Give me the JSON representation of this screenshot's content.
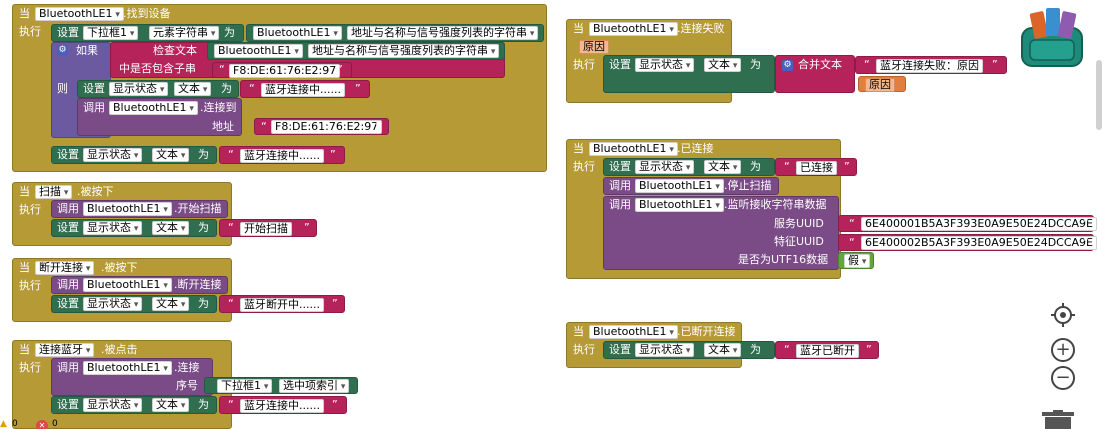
{
  "kw": {
    "when": "当",
    "do": "执行",
    "set": "设置",
    "call": "调用",
    "to": "为",
    "if": "如果",
    "then": "则",
    "q": "“",
    "q2": "”"
  },
  "b1": {
    "comp": "BluetoothLE1",
    "event": ".找到设备",
    "set_comp": "下拉框1",
    "set_prop": "元素字符串",
    "val_comp": "BluetoothLE1",
    "val_prop": "地址与名称与信号强度列表的字符串",
    "check_text": "检查文本",
    "check_comp": "BluetoothLE1",
    "check_prop": "地址与名称与信号强度列表的字符串",
    "contains": "中是否包含子串",
    "mac": "F8:DE:61:76:E2:97",
    "set2_comp": "显示状态",
    "set2_prop": "文本",
    "set2_val": "蓝牙连接中......",
    "call_comp": "BluetoothLE1",
    "call_method": ".连接到",
    "addr_label": "地址",
    "addr_val": "F8:DE:61:76:E2:97",
    "set3_comp": "显示状态",
    "set3_prop": "文本",
    "set3_val": "蓝牙连接中......"
  },
  "b2": {
    "comp": "扫描",
    "event": ".被按下",
    "call_comp": "BluetoothLE1",
    "method": ".开始扫描",
    "set_comp": "显示状态",
    "set_prop": "文本",
    "val": "开始扫描"
  },
  "b3": {
    "comp": "断开连接",
    "event": ".被按下",
    "call_comp": "BluetoothLE1",
    "method": ".断开连接",
    "set_comp": "显示状态",
    "set_prop": "文本",
    "val": "蓝牙断开中......"
  },
  "b4": {
    "comp": "连接蓝牙",
    "event": ".被点击",
    "call_comp": "BluetoothLE1",
    "method": ".连接",
    "index_label": "序号",
    "idx_comp": "下拉框1",
    "idx_prop": "选中项索引",
    "set_comp": "显示状态",
    "set_prop": "文本",
    "val": "蓝牙连接中......"
  },
  "b5": {
    "comp": "BluetoothLE1",
    "event": ".连接失败",
    "param": "原因",
    "set_comp": "显示状态",
    "set_prop": "文本",
    "join": "合并文本",
    "val": "蓝牙连接失败：原因",
    "param_ref": "原因"
  },
  "b6": {
    "comp": "BluetoothLE1",
    "event": ".已连接",
    "set_comp": "显示状态",
    "set_prop": "文本",
    "val": "已连接",
    "call1_comp": "BluetoothLE1",
    "call1_method": ".停止扫描",
    "call2_comp": "BluetoothLE1",
    "call2_method": ".监听接收字符串数据",
    "svc_label": "服务UUID",
    "svc_val": "6E400001B5A3F393E0A9E50E24DCCA9E",
    "chr_label": "特征UUID",
    "chr_val": "6E400002B5A3F393E0A9E50E24DCCA9E",
    "utf_label": "是否为UTF16数据",
    "utf_val": "假"
  },
  "b7": {
    "comp": "BluetoothLE1",
    "event": ".已断开连接",
    "set_comp": "显示状态",
    "set_prop": "文本",
    "val": "蓝牙已断开"
  },
  "status": {
    "warn": "0",
    "err": "0"
  },
  "icons": [
    "backpack-icon",
    "target-icon",
    "zoom-in-icon",
    "zoom-out-icon",
    "trash-icon",
    "warning-icon",
    "error-icon"
  ],
  "colors": {
    "event": "#b59a36",
    "setter": "#2f6e4f",
    "procedure": "#7a4b86",
    "text": "#b5235a",
    "logic": "#65a53f"
  }
}
